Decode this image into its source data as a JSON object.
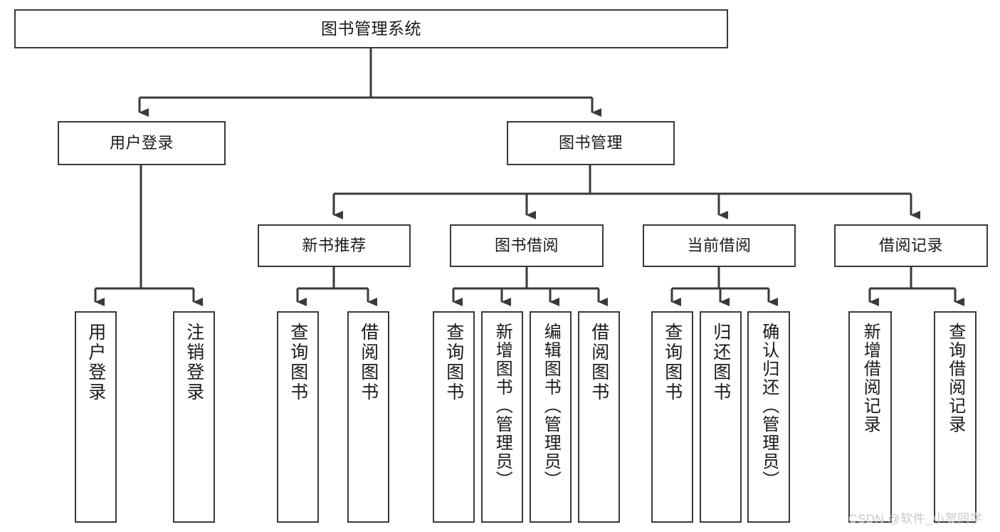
{
  "diagram": {
    "type": "tree",
    "title": "图书管理系统",
    "watermark": "CSDN @软件_小贺同学",
    "colors": {
      "box_border": "#3a3a3a",
      "box_fill": "#ffffff",
      "edge": "#3a3a3a",
      "text": "#1a1a1a",
      "watermark": "#c9c9c9"
    },
    "nodes": {
      "root": {
        "label": "图书管理系统"
      },
      "level1": [
        {
          "label": "用户登录"
        },
        {
          "label": "图书管理"
        }
      ],
      "level2": [
        {
          "label": "新书推荐"
        },
        {
          "label": "图书借阅"
        },
        {
          "label": "当前借阅"
        },
        {
          "label": "借阅记录"
        }
      ],
      "leaves": {
        "user_login": [
          {
            "label": "用户登录"
          },
          {
            "label": "注销登录"
          }
        ],
        "new_book_recommend": [
          {
            "label": "查询图书"
          },
          {
            "label": "借阅图书"
          }
        ],
        "book_borrow": [
          {
            "label": "查询图书"
          },
          {
            "label": "新增图书（管理员）"
          },
          {
            "label": "编辑图书（管理员）"
          },
          {
            "label": "借阅图书"
          }
        ],
        "current_borrow": [
          {
            "label": "查询图书"
          },
          {
            "label": "归还图书"
          },
          {
            "label": "确认归还（管理员）"
          }
        ],
        "borrow_record": [
          {
            "label": "新增借阅记录"
          },
          {
            "label": "查询借阅记录"
          }
        ]
      }
    }
  }
}
